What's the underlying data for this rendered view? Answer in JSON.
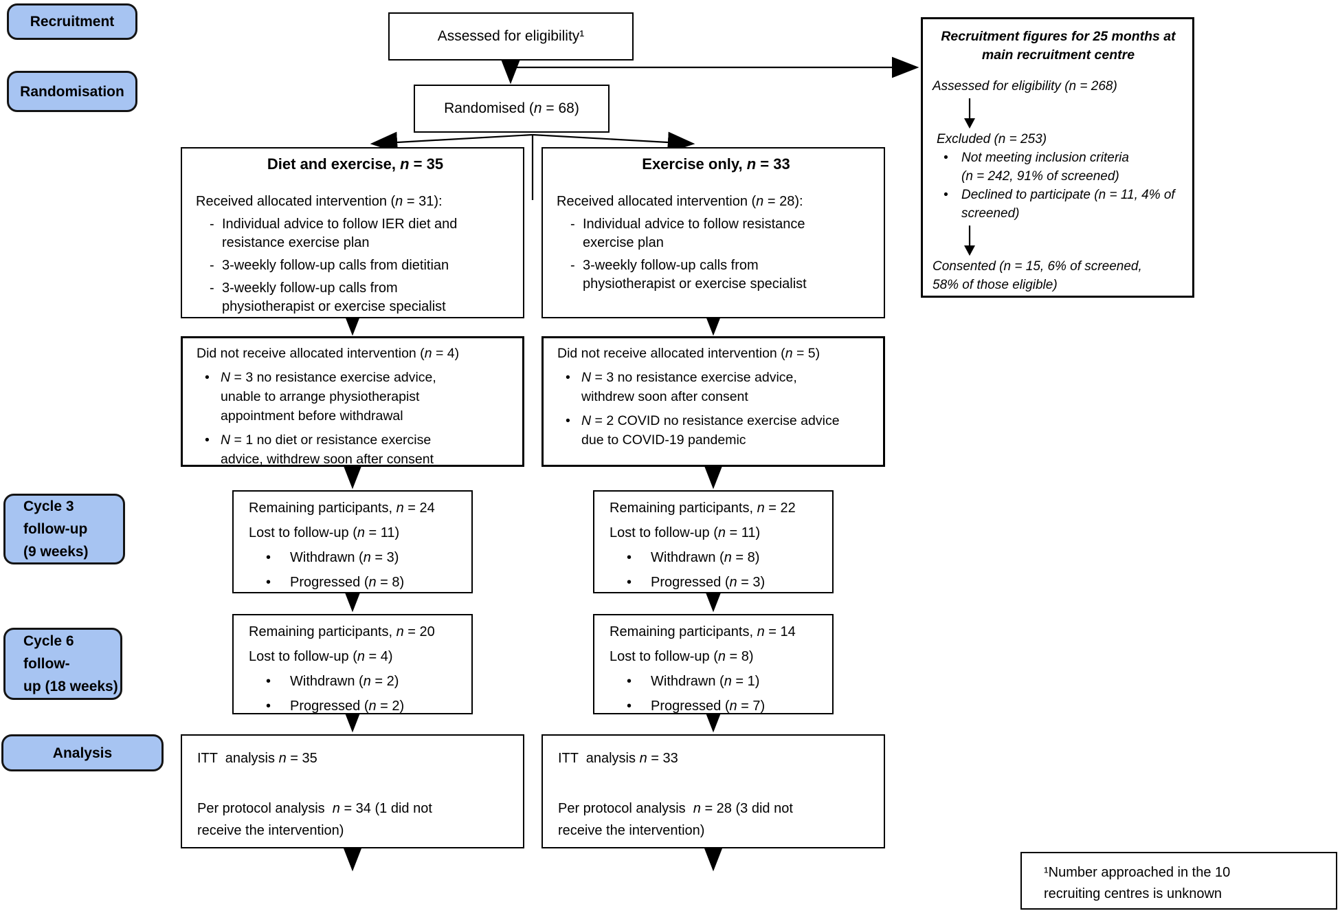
{
  "colors": {
    "label_blue": "#a7c4f2",
    "line_black": "#000000"
  },
  "markers": {
    "bullet": "•",
    "dash": "-"
  },
  "side_labels": [
    {
      "id": "recruitment",
      "lines": [
        "Recruitment"
      ]
    },
    {
      "id": "randomisation",
      "lines": [
        "Randomisation"
      ]
    },
    {
      "id": "cycle3",
      "lines": [
        "Cycle 3 follow-up",
        "(9 weeks)"
      ]
    },
    {
      "id": "cycle6",
      "lines": [
        "Cycle 6 follow-",
        "up (18 weeks)"
      ]
    },
    {
      "id": "analysis",
      "lines": [
        "Analysis"
      ]
    }
  ],
  "top": {
    "assessed": "Assessed for eligibility¹",
    "randomised": "Randomised (n = 68)"
  },
  "recruitment_figures": {
    "title": "Recruitment figures for 25 months at\nmain recruitment centre",
    "assessed": "Assessed for eligibility (n = 268)",
    "excluded": "Excluded (n = 253)",
    "excluded_bullets": [
      "Not meeting inclusion criteria\n(n = 242, 91% of screened)",
      "Declined to participate (n = 11, 4% of\nscreened)"
    ],
    "consented": "Consented (n = 15, 6% of screened,\n58% of those eligible)"
  },
  "arms": [
    {
      "title": "Diet and exercise, n = 35",
      "received_lead": "Received allocated intervention (n = 31):",
      "received_items": [
        "Individual advice to follow IER diet and\nresistance exercise plan",
        "3-weekly follow-up calls from dietitian",
        "3-weekly follow-up calls from\nphysiotherapist or exercise specialist"
      ],
      "not_received_lead": "Did not receive allocated intervention (n = 4)",
      "not_received_items": [
        "N = 3 no resistance exercise advice,\nunable to arrange physiotherapist\nappointment before withdrawal",
        "N = 1 no diet or resistance exercise\nadvice, withdrew soon after consent"
      ],
      "cycle3_lines": [
        "Remaining participants, n = 24",
        "Lost to follow-up (n = 11)"
      ],
      "cycle3_bullets": [
        "Withdrawn (n = 3)",
        "Progressed (n = 8)"
      ],
      "cycle6_lines": [
        "Remaining participants, n = 20",
        "Lost to follow-up (n = 4)"
      ],
      "cycle6_bullets": [
        "Withdrawn (n = 2)",
        "Progressed (n = 2)"
      ],
      "itt": "ITT  analysis n = 35",
      "per_protocol": "Per protocol analysis  n = 34 (1 did not\nreceive the intervention)"
    },
    {
      "title": "Exercise only, n = 33",
      "received_lead": "Received allocated intervention (n = 28):",
      "received_items": [
        "Individual advice to follow resistance\nexercise plan",
        "3-weekly follow-up calls from\nphysiotherapist or exercise specialist"
      ],
      "not_received_lead": "Did not receive allocated intervention (n = 5)",
      "not_received_items": [
        "N = 3 no resistance exercise advice,\nwithdrew soon after consent",
        "N = 2 COVID no resistance exercise advice\ndue to COVID-19 pandemic"
      ],
      "cycle3_lines": [
        "Remaining participants, n = 22",
        "Lost to follow-up (n = 11)"
      ],
      "cycle3_bullets": [
        "Withdrawn (n = 8)",
        "Progressed (n = 3)"
      ],
      "cycle6_lines": [
        "Remaining participants, n = 14",
        "Lost to follow-up (n = 8)"
      ],
      "cycle6_bullets": [
        "Withdrawn (n = 1)",
        "Progressed (n = 7)"
      ],
      "itt": "ITT  analysis n = 33",
      "per_protocol": "Per protocol analysis  n = 28 (3 did not\nreceive the intervention)"
    }
  ],
  "footnote": "¹Number approached in the 10\nrecruiting centres is unknown"
}
